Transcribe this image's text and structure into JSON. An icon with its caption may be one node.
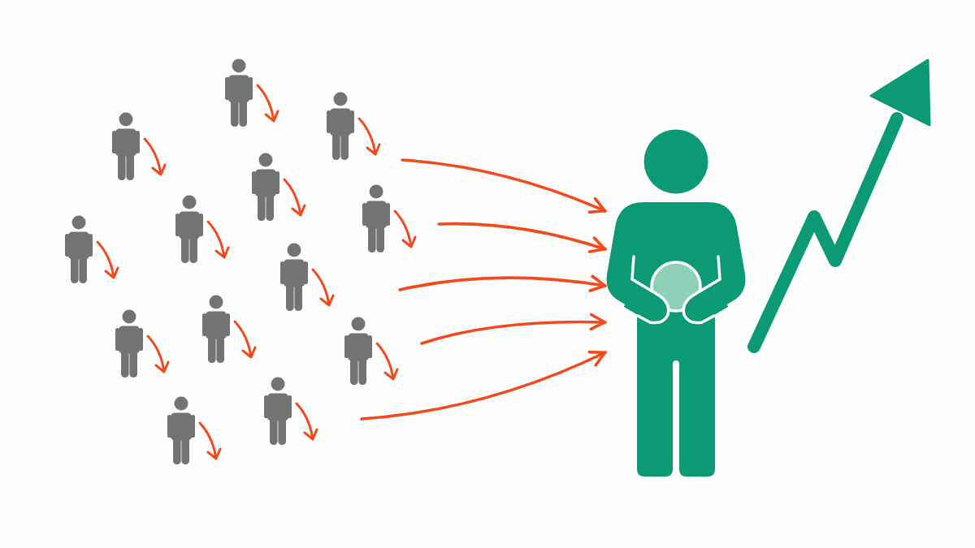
{
  "diagram": {
    "nodes": [
      {
        "text": [],
        "shape": "person"
      },
      {
        "text": [],
        "shape": "person"
      },
      {
        "text": [],
        "shape": "person"
      },
      {
        "text": [],
        "shape": "person"
      },
      {
        "text": [],
        "shape": "person"
      },
      {
        "text": [],
        "shape": "person"
      },
      {
        "text": [],
        "shape": "person"
      },
      {
        "text": [],
        "shape": "person"
      },
      {
        "text": [],
        "shape": "person"
      },
      {
        "text": [],
        "shape": "person"
      },
      {
        "text": [],
        "shape": "person"
      },
      {
        "text": [],
        "shape": "person"
      },
      {
        "text": [],
        "shape": "person"
      },
      {
        "text": [],
        "shape": "person"
      }
    ],
    "edges": [
      {
        "from": null,
        "to": 13,
        "arrow": "to"
      },
      {
        "from": null,
        "to": 13,
        "arrow": "to"
      },
      {
        "from": null,
        "to": 13,
        "arrow": "to"
      },
      {
        "from": null,
        "to": 13,
        "arrow": "to"
      },
      {
        "from": null,
        "to": 13,
        "arrow": "to"
      }
    ]
  }
}
